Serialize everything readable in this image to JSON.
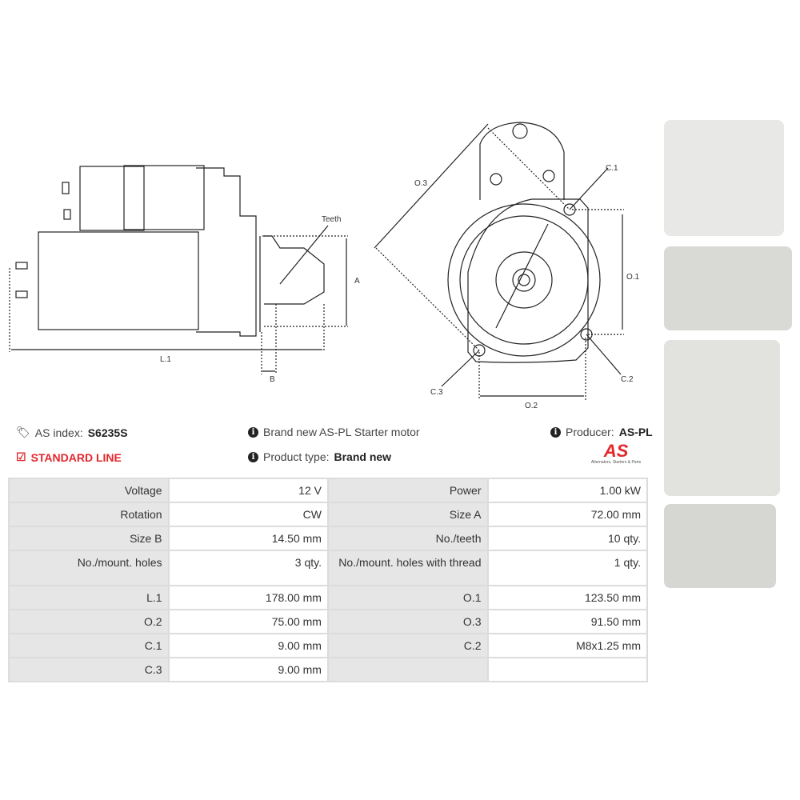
{
  "diagram": {
    "labels": {
      "teeth": "Teeth",
      "a": "A",
      "b": "B",
      "l1": "L.1",
      "o1": "O.1",
      "o2": "O.2",
      "o3": "O.3",
      "c1": "C.1",
      "c2": "C.2",
      "c3": "C.3"
    }
  },
  "info": {
    "as_index_label": "AS index:",
    "as_index_value": "S6235S",
    "line": "STANDARD LINE",
    "description": "Brand new AS-PL Starter motor",
    "product_type_label": "Product type:",
    "product_type_value": "Brand new",
    "producer_label": "Producer:",
    "producer_value": "AS-PL",
    "logo_text": "AS",
    "logo_tagline": "Alternators, Starters & Parts",
    "accent_color": "#e3262b"
  },
  "specs": [
    [
      {
        "label": "Voltage",
        "value": "12 V"
      },
      {
        "label": "Power",
        "value": "1.00 kW"
      }
    ],
    [
      {
        "label": "Rotation",
        "value": "CW"
      },
      {
        "label": "Size A",
        "value": "72.00 mm"
      }
    ],
    [
      {
        "label": "Size B",
        "value": "14.50 mm"
      },
      {
        "label": "No./teeth",
        "value": "10 qty."
      }
    ],
    [
      {
        "label": "No./mount. holes",
        "value": "3 qty."
      },
      {
        "label": "No./mount. holes with thread",
        "value": "1 qty."
      }
    ],
    [
      {
        "label": "L.1",
        "value": "178.00 mm"
      },
      {
        "label": "O.1",
        "value": "123.50 mm"
      }
    ],
    [
      {
        "label": "O.2",
        "value": "75.00 mm"
      },
      {
        "label": "O.3",
        "value": "91.50 mm"
      }
    ],
    [
      {
        "label": "C.1",
        "value": "9.00 mm"
      },
      {
        "label": "C.2",
        "value": "M8x1.25 mm"
      }
    ],
    [
      {
        "label": "C.3",
        "value": "9.00 mm"
      },
      {
        "label": "",
        "value": ""
      }
    ]
  ]
}
